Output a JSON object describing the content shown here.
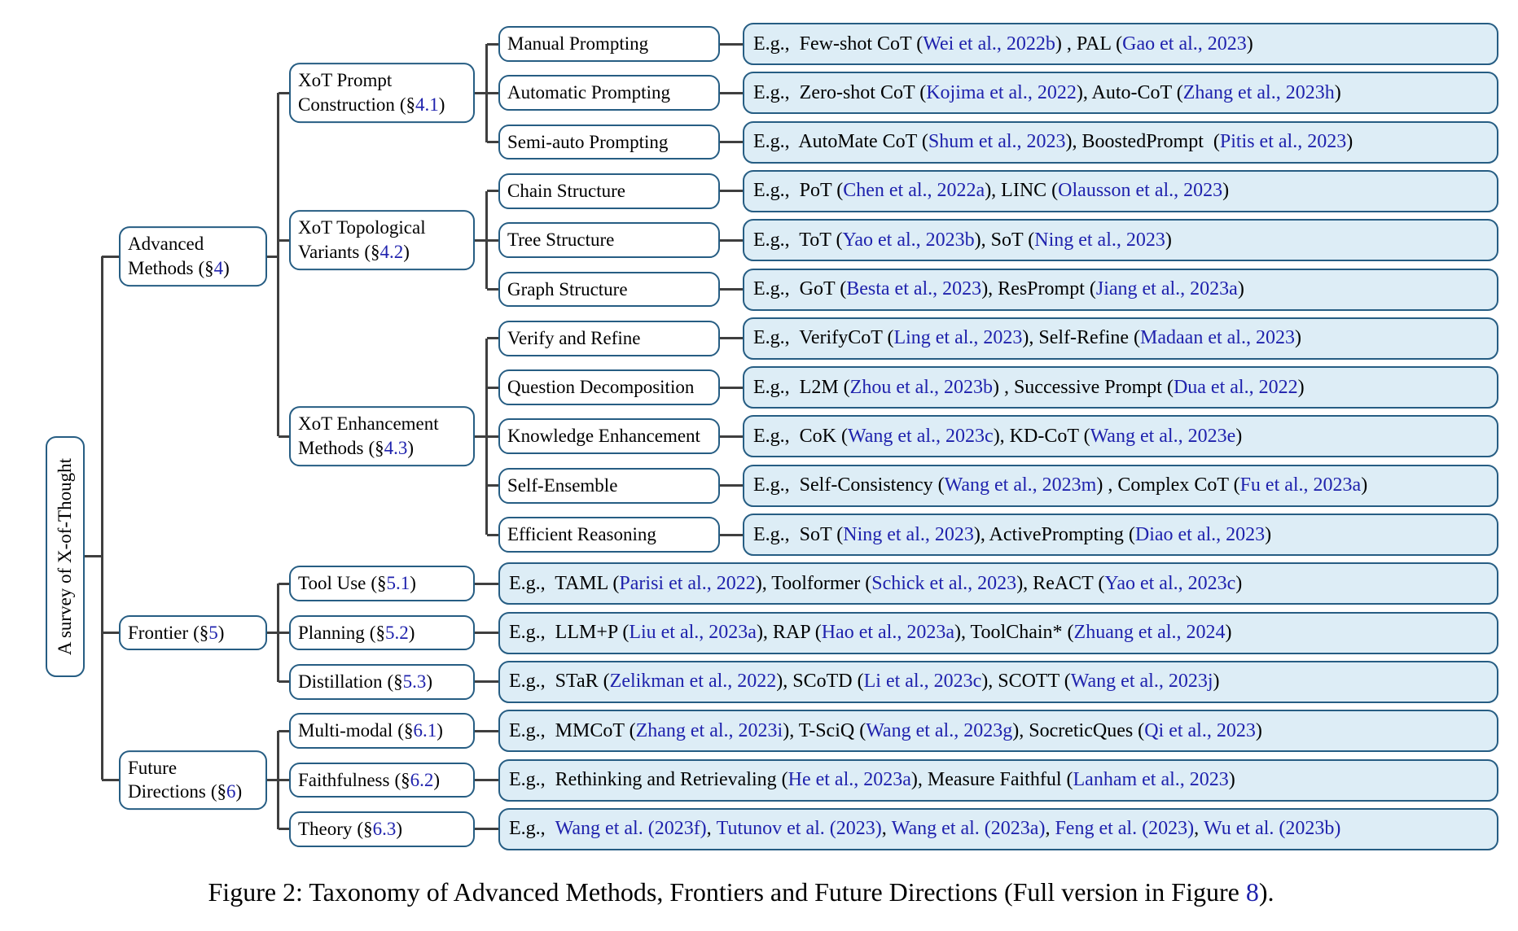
{
  "colors": {
    "citation": "#1f22ad",
    "node_border": "#265d83",
    "example_bg": "#ddedf6",
    "connector": "#3f3f3f"
  },
  "figure": {
    "root": {
      "label": "A survey of X-of-Thought"
    },
    "punct": {
      "sec_open": "(§",
      "sec_close": ")"
    },
    "branches": [
      {
        "label": "Advanced Methods",
        "sec": "4",
        "children": [
          {
            "label": "XoT Prompt Construction",
            "sec": "4.1",
            "children": [
              {
                "label": "Manual Prompting",
                "example": [
                  {
                    "t": "E.g.,  Few-shot CoT ("
                  },
                  {
                    "t": "Wei et al., 2022b",
                    "c": 1
                  },
                  {
                    "t": ") , PAL ("
                  },
                  {
                    "t": "Gao et al., 2023",
                    "c": 1
                  },
                  {
                    "t": ")"
                  }
                ]
              },
              {
                "label": "Automatic Prompting",
                "example": [
                  {
                    "t": "E.g.,  Zero-shot CoT ("
                  },
                  {
                    "t": "Kojima et al., 2022",
                    "c": 1
                  },
                  {
                    "t": "), Auto-CoT ("
                  },
                  {
                    "t": "Zhang et al., 2023h",
                    "c": 1
                  },
                  {
                    "t": ")"
                  }
                ]
              },
              {
                "label": "Semi-auto Prompting",
                "example": [
                  {
                    "t": "E.g.,  AutoMate CoT ("
                  },
                  {
                    "t": "Shum et al., 2023",
                    "c": 1
                  },
                  {
                    "t": "), BoostedPrompt  ("
                  },
                  {
                    "t": "Pitis et al., 2023",
                    "c": 1
                  },
                  {
                    "t": ")"
                  }
                ]
              }
            ]
          },
          {
            "label": "XoT Topological Variants",
            "sec": "4.2",
            "children": [
              {
                "label": "Chain Structure",
                "example": [
                  {
                    "t": "E.g.,  PoT ("
                  },
                  {
                    "t": "Chen et al., 2022a",
                    "c": 1
                  },
                  {
                    "t": "), LINC ("
                  },
                  {
                    "t": "Olausson et al., 2023",
                    "c": 1
                  },
                  {
                    "t": ")"
                  }
                ]
              },
              {
                "label": "Tree Structure",
                "example": [
                  {
                    "t": "E.g.,  ToT ("
                  },
                  {
                    "t": "Yao et al., 2023b",
                    "c": 1
                  },
                  {
                    "t": "), SoT ("
                  },
                  {
                    "t": "Ning et al., 2023",
                    "c": 1
                  },
                  {
                    "t": ")"
                  }
                ]
              },
              {
                "label": "Graph Structure",
                "example": [
                  {
                    "t": "E.g.,  GoT ("
                  },
                  {
                    "t": "Besta et al., 2023",
                    "c": 1
                  },
                  {
                    "t": "), ResPrompt ("
                  },
                  {
                    "t": "Jiang et al., 2023a",
                    "c": 1
                  },
                  {
                    "t": ")"
                  }
                ]
              }
            ]
          },
          {
            "label": "XoT Enhancement Methods",
            "sec": "4.3",
            "children": [
              {
                "label": "Verify and Refine",
                "example": [
                  {
                    "t": "E.g.,  VerifyCoT ("
                  },
                  {
                    "t": "Ling et al., 2023",
                    "c": 1
                  },
                  {
                    "t": "), Self-Refine ("
                  },
                  {
                    "t": "Madaan et al., 2023",
                    "c": 1
                  },
                  {
                    "t": ")"
                  }
                ]
              },
              {
                "label": "Question Decomposition",
                "example": [
                  {
                    "t": "E.g.,  L2M ("
                  },
                  {
                    "t": "Zhou et al., 2023b",
                    "c": 1
                  },
                  {
                    "t": ") , Successive Prompt ("
                  },
                  {
                    "t": "Dua et al., 2022",
                    "c": 1
                  },
                  {
                    "t": ")"
                  }
                ]
              },
              {
                "label": "Knowledge Enhancement",
                "example": [
                  {
                    "t": "E.g.,  CoK ("
                  },
                  {
                    "t": "Wang et al., 2023c",
                    "c": 1
                  },
                  {
                    "t": "), KD-CoT ("
                  },
                  {
                    "t": "Wang et al., 2023e",
                    "c": 1
                  },
                  {
                    "t": ")"
                  }
                ]
              },
              {
                "label": "Self-Ensemble",
                "example": [
                  {
                    "t": "E.g.,  Self-Consistency ("
                  },
                  {
                    "t": "Wang et al., 2023m",
                    "c": 1
                  },
                  {
                    "t": ") , Complex CoT ("
                  },
                  {
                    "t": "Fu et al., 2023a",
                    "c": 1
                  },
                  {
                    "t": ")"
                  }
                ]
              },
              {
                "label": "Efficient Reasoning",
                "example": [
                  {
                    "t": "E.g.,  SoT ("
                  },
                  {
                    "t": "Ning et al., 2023",
                    "c": 1
                  },
                  {
                    "t": "), ActivePrompting ("
                  },
                  {
                    "t": "Diao et al., 2023",
                    "c": 1
                  },
                  {
                    "t": ")"
                  }
                ]
              }
            ]
          }
        ]
      },
      {
        "label": "Frontier",
        "sec": "5",
        "children": [
          {
            "label": "Tool Use",
            "sec": "5.1",
            "example": [
              {
                "t": "E.g.,  TAML ("
              },
              {
                "t": "Parisi et al., 2022",
                "c": 1
              },
              {
                "t": "), Toolformer ("
              },
              {
                "t": "Schick et al., 2023",
                "c": 1
              },
              {
                "t": "), ReACT ("
              },
              {
                "t": "Yao et al., 2023c",
                "c": 1
              },
              {
                "t": ")"
              }
            ]
          },
          {
            "label": "Planning",
            "sec": "5.2",
            "example": [
              {
                "t": "E.g.,  LLM+P ("
              },
              {
                "t": "Liu et al., 2023a",
                "c": 1
              },
              {
                "t": "), RAP ("
              },
              {
                "t": "Hao et al., 2023a",
                "c": 1
              },
              {
                "t": "), ToolChain* ("
              },
              {
                "t": "Zhuang et al., 2024",
                "c": 1
              },
              {
                "t": ")"
              }
            ]
          },
          {
            "label": "Distillation",
            "sec": "5.3",
            "example": [
              {
                "t": "E.g.,  STaR ("
              },
              {
                "t": "Zelikman et al., 2022",
                "c": 1
              },
              {
                "t": "), SCoTD ("
              },
              {
                "t": "Li et al., 2023c",
                "c": 1
              },
              {
                "t": "), SCOTT ("
              },
              {
                "t": "Wang et al., 2023j",
                "c": 1
              },
              {
                "t": ")"
              }
            ]
          }
        ]
      },
      {
        "label": "Future Directions",
        "sec": "6",
        "children": [
          {
            "label": "Multi-modal",
            "sec": "6.1",
            "example": [
              {
                "t": "E.g.,  MMCoT ("
              },
              {
                "t": "Zhang et al., 2023i",
                "c": 1
              },
              {
                "t": "), T-SciQ ("
              },
              {
                "t": "Wang et al., 2023g",
                "c": 1
              },
              {
                "t": "), SocreticQues ("
              },
              {
                "t": "Qi et al., 2023",
                "c": 1
              },
              {
                "t": ")"
              }
            ]
          },
          {
            "label": "Faithfulness",
            "sec": "6.2",
            "example": [
              {
                "t": "E.g.,  Rethinking and Retrievaling ("
              },
              {
                "t": "He et al., 2023a",
                "c": 1
              },
              {
                "t": "), Measure Faithful ("
              },
              {
                "t": "Lanham et al., 2023",
                "c": 1
              },
              {
                "t": ")"
              }
            ]
          },
          {
            "label": "Theory",
            "sec": "6.3",
            "example": [
              {
                "t": "E.g.,  "
              },
              {
                "t": "Wang et al. (2023f)",
                "c": 1
              },
              {
                "t": ", "
              },
              {
                "t": "Tutunov et al. (2023)",
                "c": 1
              },
              {
                "t": ", "
              },
              {
                "t": "Wang et al. (2023a)",
                "c": 1
              },
              {
                "t": ", "
              },
              {
                "t": "Feng et al. (2023)",
                "c": 1
              },
              {
                "t": ", "
              },
              {
                "t": "Wu et al. (2023b)",
                "c": 1
              }
            ]
          }
        ]
      }
    ]
  },
  "caption": {
    "prefix": "Figure 2: Taxonomy of Advanced Methods, Frontiers and Future Directions (Full version in Figure ",
    "link": "8",
    "suffix": ")."
  }
}
